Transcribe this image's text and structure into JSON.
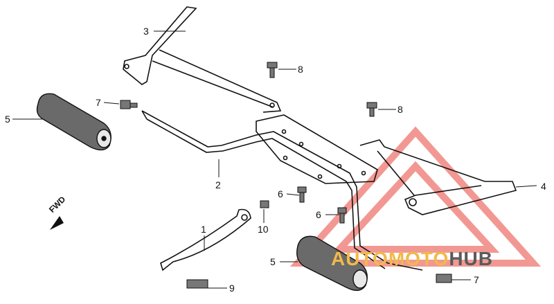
{
  "callouts": {
    "c1": "1",
    "c2": "2",
    "c3": "3",
    "c4": "4",
    "c5_left": "5",
    "c5_bottom": "5",
    "c6_upper": "6",
    "c6_lower": "6",
    "c7_left": "7",
    "c7_right": "7",
    "c8_upper": "8",
    "c8_right": "8",
    "c9": "9",
    "c10": "10"
  },
  "direction_label": "FWD",
  "watermark": {
    "part1": "AUTOMOTO",
    "part2": "HUB",
    "accent_color": "#f2b94a",
    "logo_color": "#e8453c"
  }
}
